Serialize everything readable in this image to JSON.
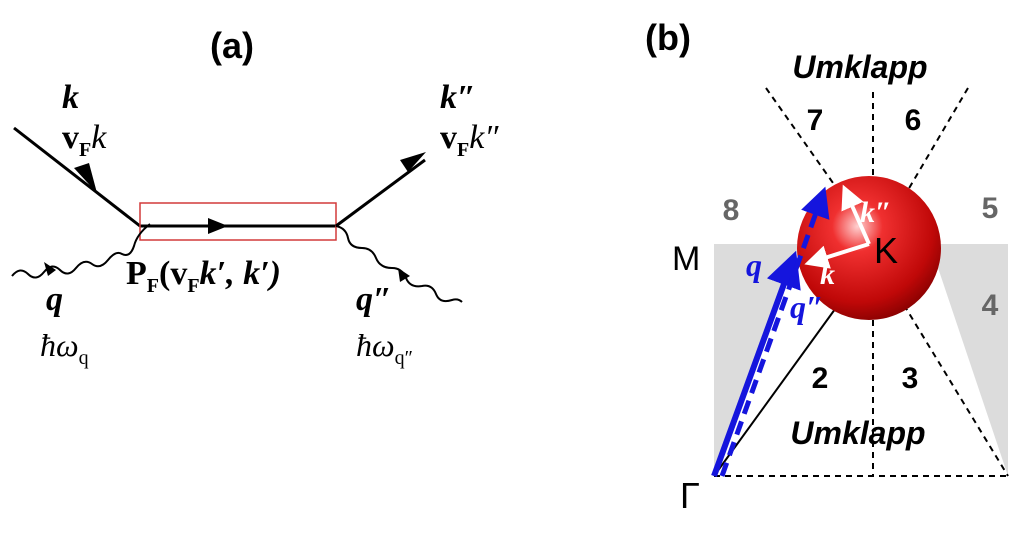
{
  "panel_a": {
    "title": "(a)",
    "incoming_electron": {
      "momentum": "k",
      "energy": "v",
      "energy_sub": "F",
      "energy_var": "k"
    },
    "outgoing_electron": {
      "momentum": "k″",
      "energy": "v",
      "energy_sub": "F",
      "energy_var": "k″"
    },
    "propagator": {
      "main": "P",
      "sub": "F",
      "open": "(",
      "v": "v",
      "v_sub": "F",
      "args": "k′, k′)"
    },
    "incoming_phonon": {
      "momentum": "q",
      "energy": "ħω",
      "energy_sub": "q"
    },
    "outgoing_phonon": {
      "momentum": "q″",
      "energy": "ħω",
      "energy_sub": "q″"
    }
  },
  "panel_b": {
    "title": "(b)",
    "umklapp_top": "Umklapp",
    "umklapp_bottom": "Umklapp",
    "regions": {
      "r2": "2",
      "r3": "3",
      "r4": "4",
      "r5": "5",
      "r6": "6",
      "r7": "7",
      "r8": "8"
    },
    "points": {
      "M": "M",
      "K": "K",
      "Gamma": "Γ"
    },
    "vectors": {
      "k": "k",
      "k2": "k″",
      "q": "q",
      "q2": "q″"
    }
  },
  "colors": {
    "blue_vector": "#1515dd",
    "sphere": "#d01010",
    "shade": "#dcdcdc",
    "highlight_box": "#d23a3a",
    "region_label_gray": "#666666"
  }
}
